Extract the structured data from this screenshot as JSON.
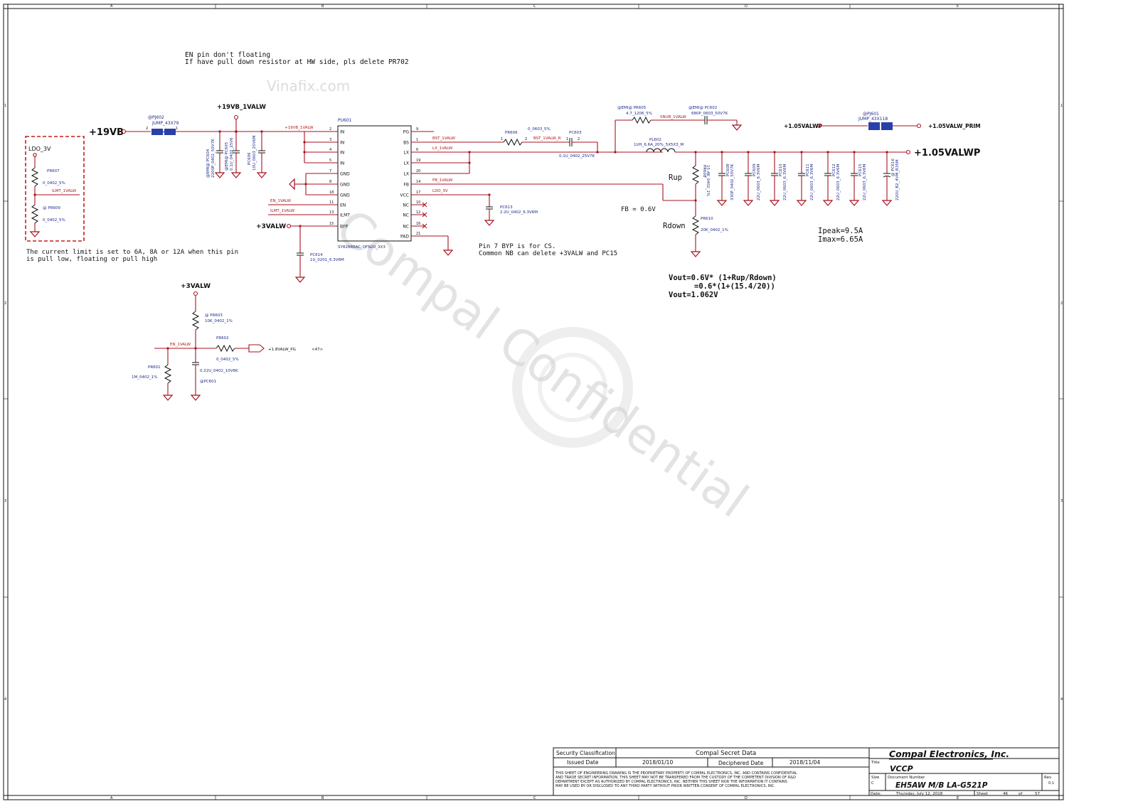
{
  "notes": {
    "en_pin_1": "EN pin don't floating",
    "en_pin_2": "If have pull down resistor at HW side, pls delete PR702",
    "current_limit_1": "The current limit is set to 6A, 8A or 12A when this pin",
    "current_limit_2": "is pull low, floating or pull high",
    "pin7_1": "Pin 7 BYP is for CS.",
    "pin7_2": "Common NB can delete  +3VALW and PC15",
    "fb": "FB = 0.6V",
    "rup": "Rup",
    "rdown": "Rdown",
    "ipeak": "Ipeak=9.5A",
    "imax": "Imax=6.65A",
    "vout_1": "Vout=0.6V*  (1+Rup/Rdown)",
    "vout_2": "=0.6*(1+(15.4/20))",
    "vout_3": "Vout=1.062V"
  },
  "watermark": {
    "main": "Compal Confidential",
    "site": "Vinafix.com"
  },
  "rails": {
    "v19vb": "+19VB",
    "v19vb_1valw": "+19VB_1VALW",
    "v3valw": "+3VALW",
    "v3valw_b": "+3VALW",
    "v105valwp": "+1.05VALWP",
    "v105valwp_small": "+1.05VALWP",
    "v105valw_prim": "+1.05VALW_PRIM",
    "ldo_3v": "LDO_3V",
    "v18valw_pg": "+1.8VALW_PG",
    "ref_47": "<47>"
  },
  "nets": {
    "n19vb_1valw": "+19VB_1VALW",
    "bst": "BST_1VALW",
    "bst_r": "BST_1VALW_R",
    "lx": "LX_1VALW",
    "fb": "FB_1VALW",
    "ldo": "LDO_3V",
    "en": "EN_1VALW",
    "ilmt": "ILMT_1VALW",
    "ilmt_left": "ILMT_1VALW",
    "en_bottom": "EN_1VALW",
    "snub": "SNUB_1VALW"
  },
  "ic": {
    "ref": "PU601",
    "part": "SY8288RAC_QFN20_3X3",
    "pins_left": [
      {
        "num": "2",
        "name": "IN"
      },
      {
        "num": "3",
        "name": "IN"
      },
      {
        "num": "4",
        "name": "IN"
      },
      {
        "num": "5",
        "name": "IN"
      },
      {
        "num": "7",
        "name": "GND"
      },
      {
        "num": "8",
        "name": "GND"
      },
      {
        "num": "18",
        "name": "GND"
      },
      {
        "num": "11",
        "name": "EN"
      },
      {
        "num": "13",
        "name": "ILMT"
      },
      {
        "num": "15",
        "name": "BYP"
      }
    ],
    "pins_right": [
      {
        "num": "9",
        "name": "PG"
      },
      {
        "num": "1",
        "name": "BS"
      },
      {
        "num": "6",
        "name": "LX"
      },
      {
        "num": "19",
        "name": "LX"
      },
      {
        "num": "20",
        "name": "LX"
      },
      {
        "num": "14",
        "name": "FB"
      },
      {
        "num": "17",
        "name": "VCC"
      },
      {
        "num": "10",
        "name": "NC"
      },
      {
        "num": "12",
        "name": "NC"
      },
      {
        "num": "16",
        "name": "NC"
      },
      {
        "num": "21",
        "name": "PAD"
      }
    ]
  },
  "components": {
    "pj602": {
      "ref": "@PJ602",
      "val": "JUMP_43X79"
    },
    "pj601": {
      "ref": "@PJ601",
      "val": "JUMP_43X118"
    },
    "pc604": {
      "ref": "@EMI@ PC604",
      "val": "2200P_0402_50V7K"
    },
    "pc605": {
      "ref": "@EMI@ PC605",
      "val": "0.1U_0402_25V6"
    },
    "pc606": {
      "ref": "PC606",
      "val": "10U_0603_25V6M"
    },
    "pr606": {
      "ref": "PR606",
      "val": "0_0603_5%"
    },
    "pc603": {
      "ref": "PC603",
      "val": "0.1U_0402_25V7K"
    },
    "pr605": {
      "ref": "@EMI@ PR605",
      "val": "4.7_1206_5%"
    },
    "pc602": {
      "ref": "@EMI@ PC602",
      "val": "680P_0603_50V7K"
    },
    "pl602": {
      "ref": "PL602",
      "val": "1UH_6.6A_20%_5X5X3_M"
    },
    "pr608": {
      "ref": "PR608",
      "val": "15.4K_0402_1%"
    },
    "pc608": {
      "ref": "PC608",
      "val": "330P_0402_50V7K"
    },
    "pc609": {
      "ref": "PC609",
      "val": "22U_0603_6.3V6M"
    },
    "pc610": {
      "ref": "PC610",
      "val": "22U_0603_6.3V6M"
    },
    "pc611": {
      "ref": "PC611",
      "val": "22U_0603_6.3V6M"
    },
    "pc612": {
      "ref": "PC612",
      "val": "22U_0603_6.3V6M"
    },
    "pc615": {
      "ref": "PC615",
      "val": "22U_0603_6.3V6M"
    },
    "pc616": {
      "ref": "@ PC616",
      "val": "220U_B2_4VM_R35M"
    },
    "pr610": {
      "ref": "PR610",
      "val": "20K_0402_1%"
    },
    "pc613": {
      "ref": "PC613",
      "val": "2.2U_0402_6.3V6M"
    },
    "pc614": {
      "ref": "PC614",
      "val": "1U_0201_6.3V6M"
    },
    "pr607": {
      "ref": "PR607",
      "val": "0_0402_5%"
    },
    "pr609": {
      "ref": "@ PR609",
      "val": "0_0402_5%"
    },
    "pr603": {
      "ref": "@ PR603",
      "val": "10K_0402_1%"
    },
    "pr602": {
      "ref": "PR602",
      "val": "0_0402_5%"
    },
    "pr601": {
      "ref": "PR601",
      "val": "1M_0402_1%"
    },
    "pc601": {
      "ref": "@PC601",
      "val": "0.22U_0402_10V6K"
    }
  },
  "title_block": {
    "security_label": "Security Classification",
    "security_value": "Compal Secret Data",
    "issued_label": "Issued Date",
    "issued_value": "2018/01/10",
    "deciphered_label": "Deciphered Date",
    "deciphered_value": "2018/11/04",
    "disclaimer_1": "THIS SHEET OF ENGINEERING DRAWING IS THE PROPRIETARY PROPERTY OF COMPAL ELECTRONICS, INC. AND CONTAINS CONFIDENTIAL",
    "disclaimer_2": "AND TRADE SECRET INFORMATION. THIS SHEET MAY NOT BE TRANSFERED FROM THE CUSTODY OF THE COMPETENT DIVISION OF R&D",
    "disclaimer_3": "DEPARTMENT EXCEPT AS AUTHORIZED BY COMPAL ELECTRONICS, INC. NEITHER THIS SHEET NOR THE INFORMATION IT CONTAINS",
    "disclaimer_4": "MAY BE USED BY OR DISCLOSED TO ANY THIRD PARTY WITHOUT PRIOR WRITTEN CONSENT OF COMPAL ELECTRONICS, INC.",
    "company": "Compal Electronics, Inc.",
    "title_label": "Title",
    "title_value": "VCCP",
    "size_label": "Size",
    "size_value": "C",
    "docnum_label": "Document Number",
    "docnum_value": "EH5AW M/B LA-G521P",
    "rev_label": "Rev",
    "rev_value": "0.1",
    "date_label": "Date:",
    "date_value": "Thursday, July 12, 2018",
    "sheet_label": "Sheet",
    "sheet_value": "46",
    "of_label": "of",
    "of_value": "57"
  },
  "border": {
    "cols": [
      "A",
      "B",
      "C",
      "D",
      "E"
    ],
    "rows": [
      "1",
      "2",
      "3",
      "4"
    ]
  },
  "colors": {
    "wire": "#a8121e",
    "label": "#1c2a8c",
    "ink": "#111111",
    "jumper": "#2a3fa8"
  }
}
